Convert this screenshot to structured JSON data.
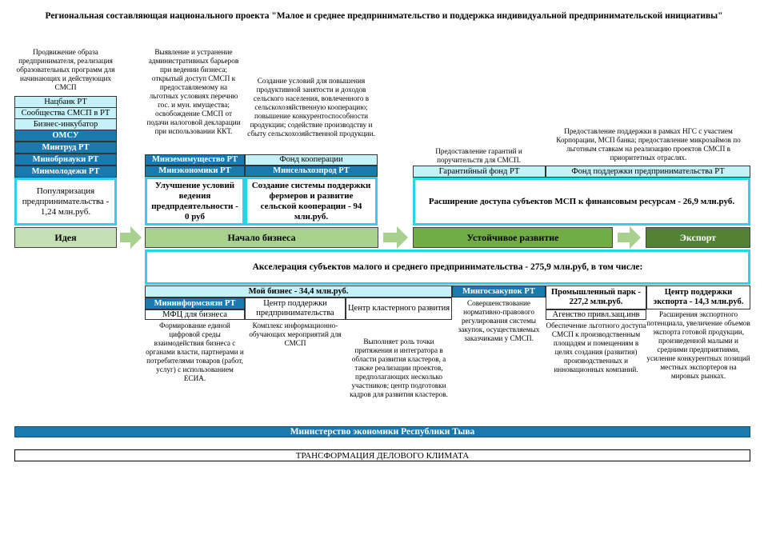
{
  "title": "Региональная составляющая национального проекта \"Малое и среднее предпринимательство и поддержка индивидуальной предпринимательской инициативы\"",
  "idea": {
    "desc": "Продвижение образа предпринимателя, реализация образовательных программ для начинающих и действующих СМСП",
    "orgs": [
      "Нацбанк РТ",
      "Сообщества СМСП в РТ",
      "Бизнес-инкубатор",
      "ОМСУ",
      "Минтруд РТ",
      "Минобрнауки РТ",
      "Минмолодежи РТ"
    ],
    "box": "Популяризация предпринимательства - 1,24 млн.руб."
  },
  "start": {
    "desc1": "Выявление и устранение административных барьеров при ведении бизнеса; открытый доступ СМСП к предоставляемому на льготных условиях перечню гос. и мун. имущества; освобождение СМСП от подачи налоговой декларации при использовании ККТ.",
    "desc2": "Создание условий для повышения продуктивной занятости и доходов сельского населения, вовлеченного в сельскохозяйственную кооперацию; повышение конкурентоспособности продукции; содействие производству и сбыту сельскохозяйственной продукции.",
    "org_a1": "Минземимущество РТ",
    "org_a2": "Минэкономики РТ",
    "org_b1": "Фонд кооперации",
    "org_b2": "Минсельхозпрод РТ",
    "box1": "Улучшение условий ведения предпрдеятельности - 0 руб",
    "box2": "Создание системы поддержки фермеров и развитие сельской кооперации - 94 млн.руб."
  },
  "sustain": {
    "desc1": "Предоставление гарантий и поручительств для СМСП.",
    "desc2": "Предоставление поддержки в рамках НГС с участием Корпорации, МСП банка; предоставление микрозаймов по льготным ставкам на реализацию проектов СМСП в приоритетных отраслях.",
    "org1": "Гарантийный фонд РТ",
    "org2": "Фонд поддержки предпринимательства РТ",
    "box": "Расширение доступа субъектов МСП к финансовым ресурсам - 26,9 млн.руб."
  },
  "stages": {
    "idea": "Идея",
    "start": "Начало бизнеса",
    "sustain": "Устойчивое развитие",
    "export": "Экспорт"
  },
  "acceleration": "Акселерация субъектов малого и среднего предпринимательства - 275,9 млн.руб, в том числе:",
  "bottom": {
    "moy_biznes": "Мой бизнес - 34,4 млн.руб.",
    "mininform": "Мининформсвязи РТ",
    "mfc": "МФЦ для бизнеса",
    "center_support": "Центр поддержки предпринимательства",
    "center_cluster": "Центр кластерного развития",
    "mingoszakupok": "Мингосзакупок РТ",
    "prom_park": "Промышленный парк - 227,2 млн.руб.",
    "agency": "Агенство привл.защ.инв",
    "export_center": "Центр поддержки экспорта - 14,3 млн.руб.",
    "desc_mfc": "Формирование единой цифровой среды взаимодействия бизнеса с органами власти, партнерами и потребителями товаров (работ, услуг) с использованием ЕСИА.",
    "desc_support": "Комплекс информационно-обучающих мероприятий для СМСП",
    "desc_cluster": "Выполняет роль точки притяжения и интегратора в области развития кластеров, а также реализации проектов, предполагающих несколько участников; центр подготовки кадров для развития кластеров.",
    "desc_zakup": "Совершенствование нормативно-правового регулирования системы закупок, осуществляемых заказчиками у СМСП.",
    "desc_park": "Обеспечение льготного доступа СМСП к производственным площадям и помещениям в целях создания (развития) производственных и инновационных компаний.",
    "desc_export": "Расширения экспортного потенциала, увеличение объемов экспорта готовой продукции, произведенной малыми и средними предприятиями, усиление конкурентных позиций местных экспортеров на мировых рынках."
  },
  "ministry": "Министерство экономики Республики Тыва",
  "transformation": "ТРАНСФОРМАЦИЯ ДЕЛОВОГО КЛИМАТА",
  "colors": {
    "light_cell": "#c5f1f8",
    "dark_cell": "#1a7ab0",
    "border_cyan": "#2ad3e8",
    "stage_idea": "#c5e0b4",
    "stage_start": "#a9d18e",
    "stage_sustain": "#70ad47",
    "stage_export": "#548235"
  }
}
